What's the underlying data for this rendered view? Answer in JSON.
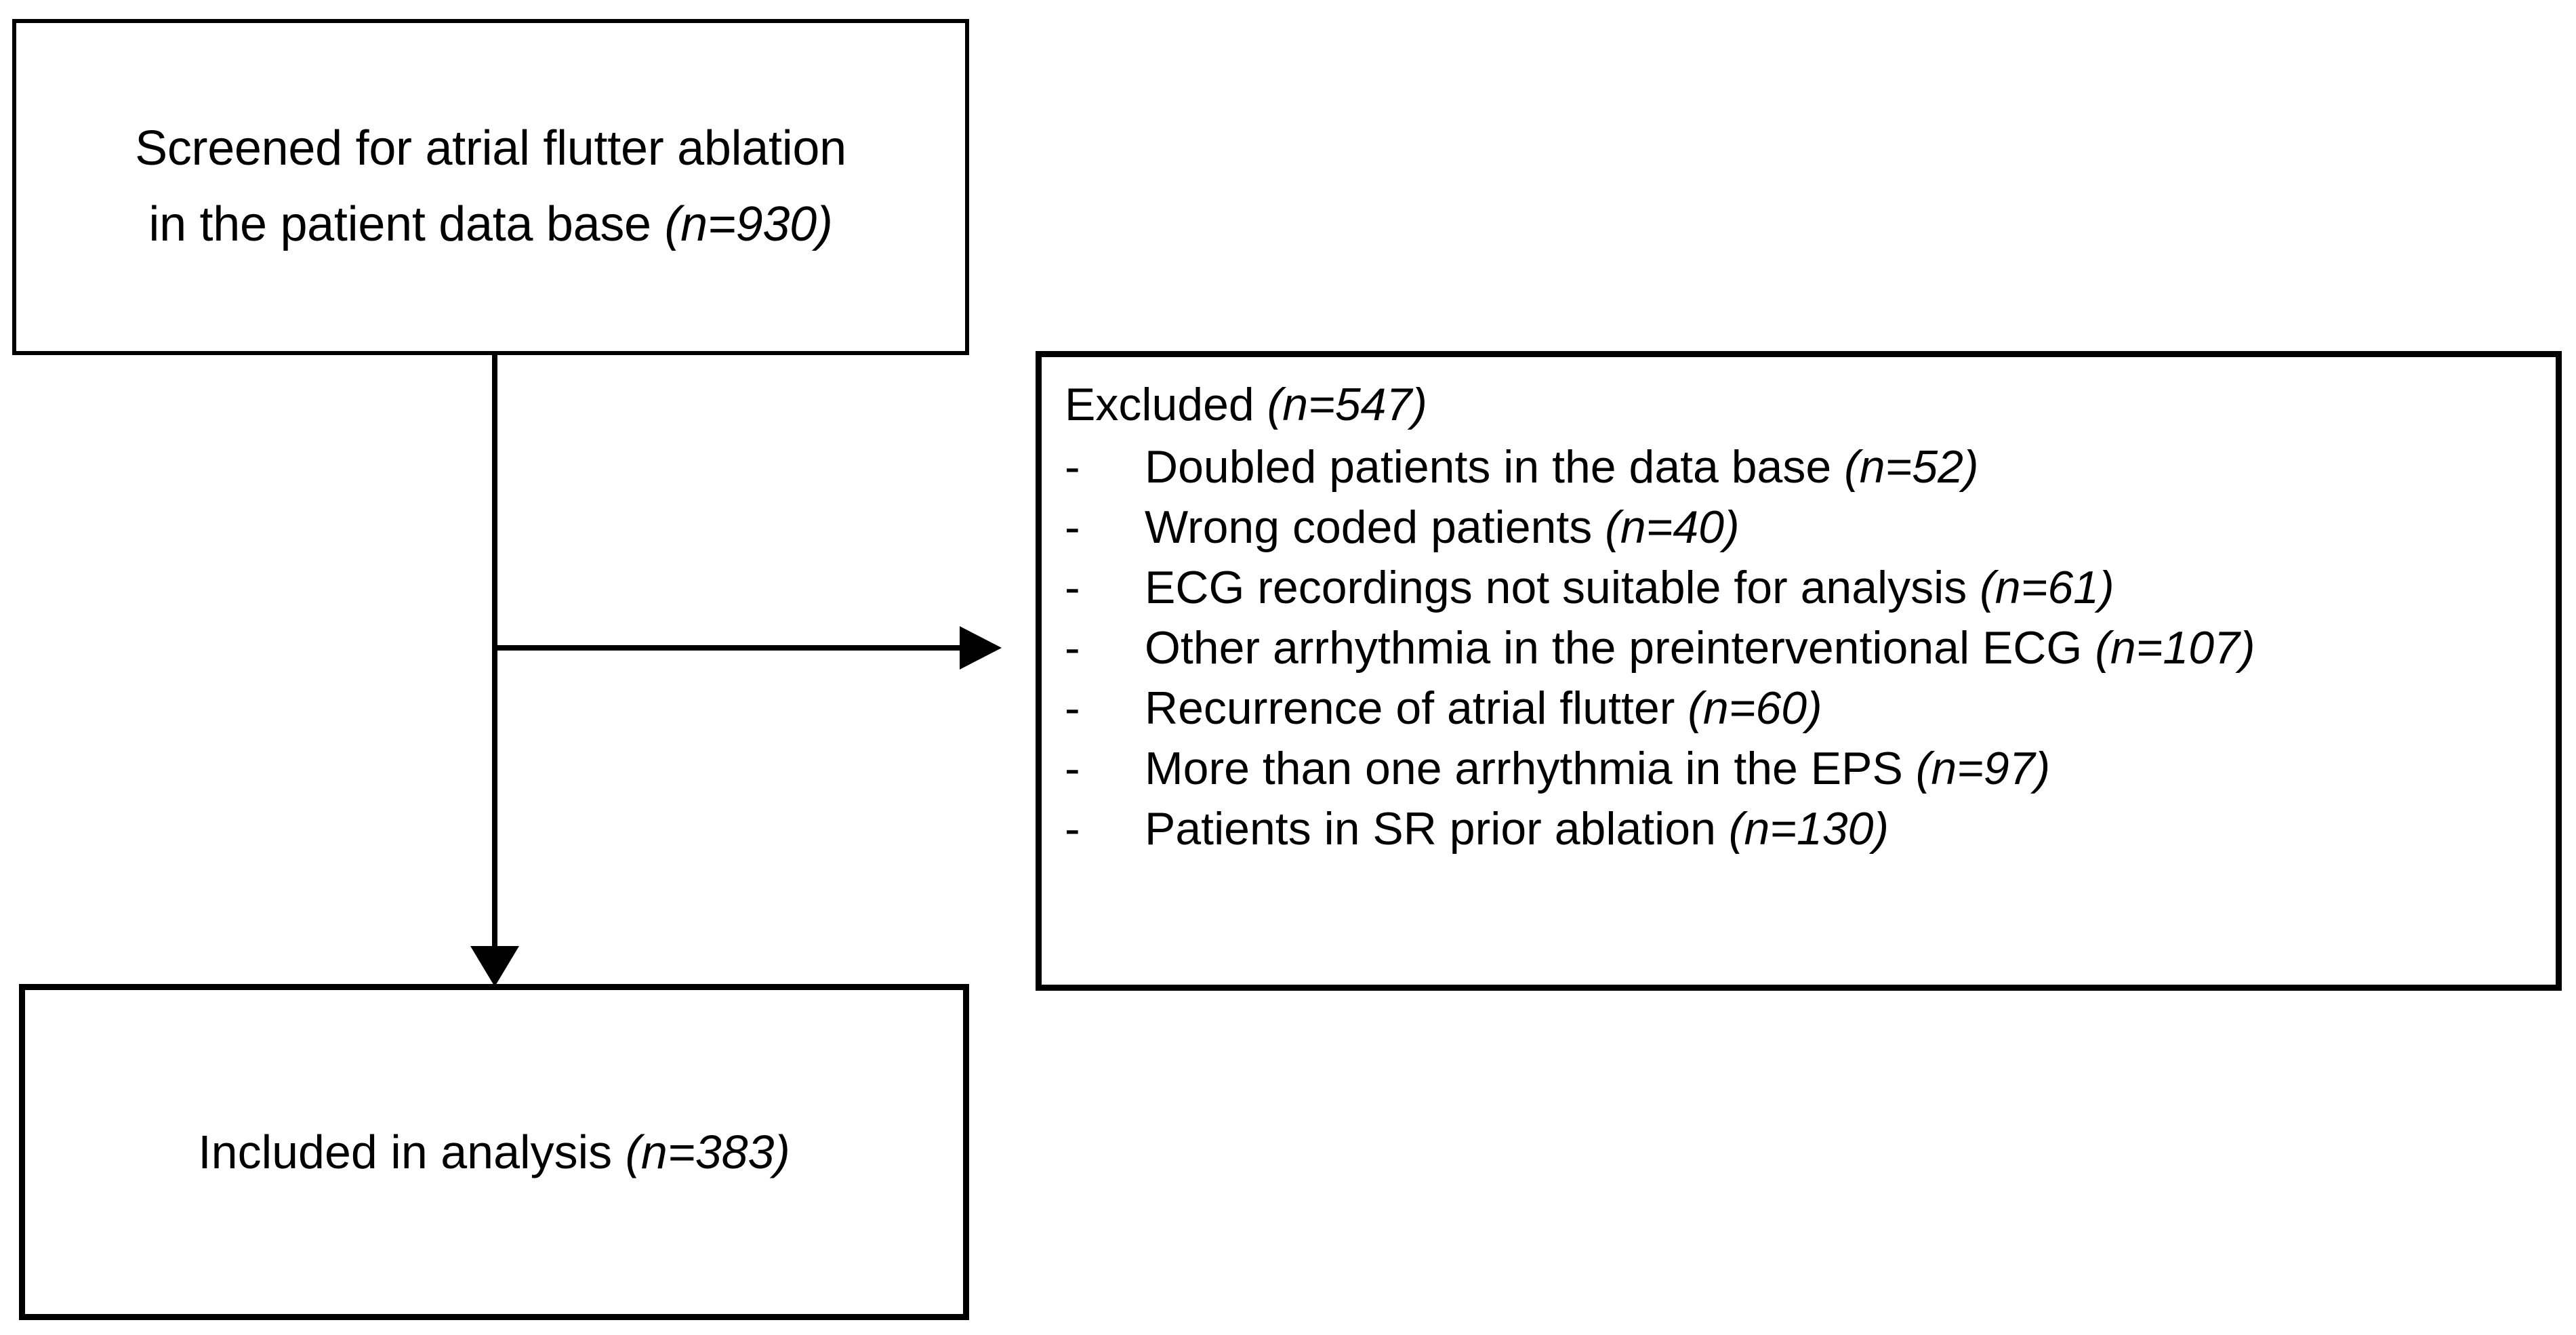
{
  "diagram": {
    "type": "flowchart",
    "title": "Patient selection flow diagram",
    "nodes": {
      "screened": {
        "line1": "Screened for atrial flutter ablation",
        "line2_prefix": "in the patient data base ",
        "line2_n": "(n=930)",
        "n": 930
      },
      "excluded": {
        "title_prefix": "Excluded ",
        "title_n": "(n=547)",
        "n": 547,
        "bullet_glyph": "-",
        "items": [
          {
            "text": "Doubled patients in the data base ",
            "n_label": "(n=52)",
            "n": 52
          },
          {
            "text": "Wrong coded patients ",
            "n_label": "(n=40)",
            "n": 40
          },
          {
            "text": "ECG recordings not suitable for analysis ",
            "n_label": "(n=61)",
            "n": 61
          },
          {
            "text": "Other arrhythmia in the preinterventional ECG ",
            "n_label": "(n=107)",
            "n": 107
          },
          {
            "text": "Recurrence of atrial flutter ",
            "n_label": "(n=60)",
            "n": 60
          },
          {
            "text": "More than one arrhythmia in the EPS ",
            "n_label": "(n=97)",
            "n": 97
          },
          {
            "text": "Patients in SR prior ablation ",
            "n_label": "(n=130)",
            "n": 130
          }
        ]
      },
      "included": {
        "text_prefix": "Included in analysis ",
        "text_n": "(n=383)",
        "n": 383
      }
    },
    "connectors": [
      {
        "name": "screened-to-included",
        "direction": "down",
        "arrowhead": true
      },
      {
        "name": "screened-to-excluded",
        "direction": "right",
        "arrowhead": true
      }
    ],
    "colors": {
      "stroke": "#000000",
      "fill": "#ffffff",
      "text": "#000000"
    }
  }
}
